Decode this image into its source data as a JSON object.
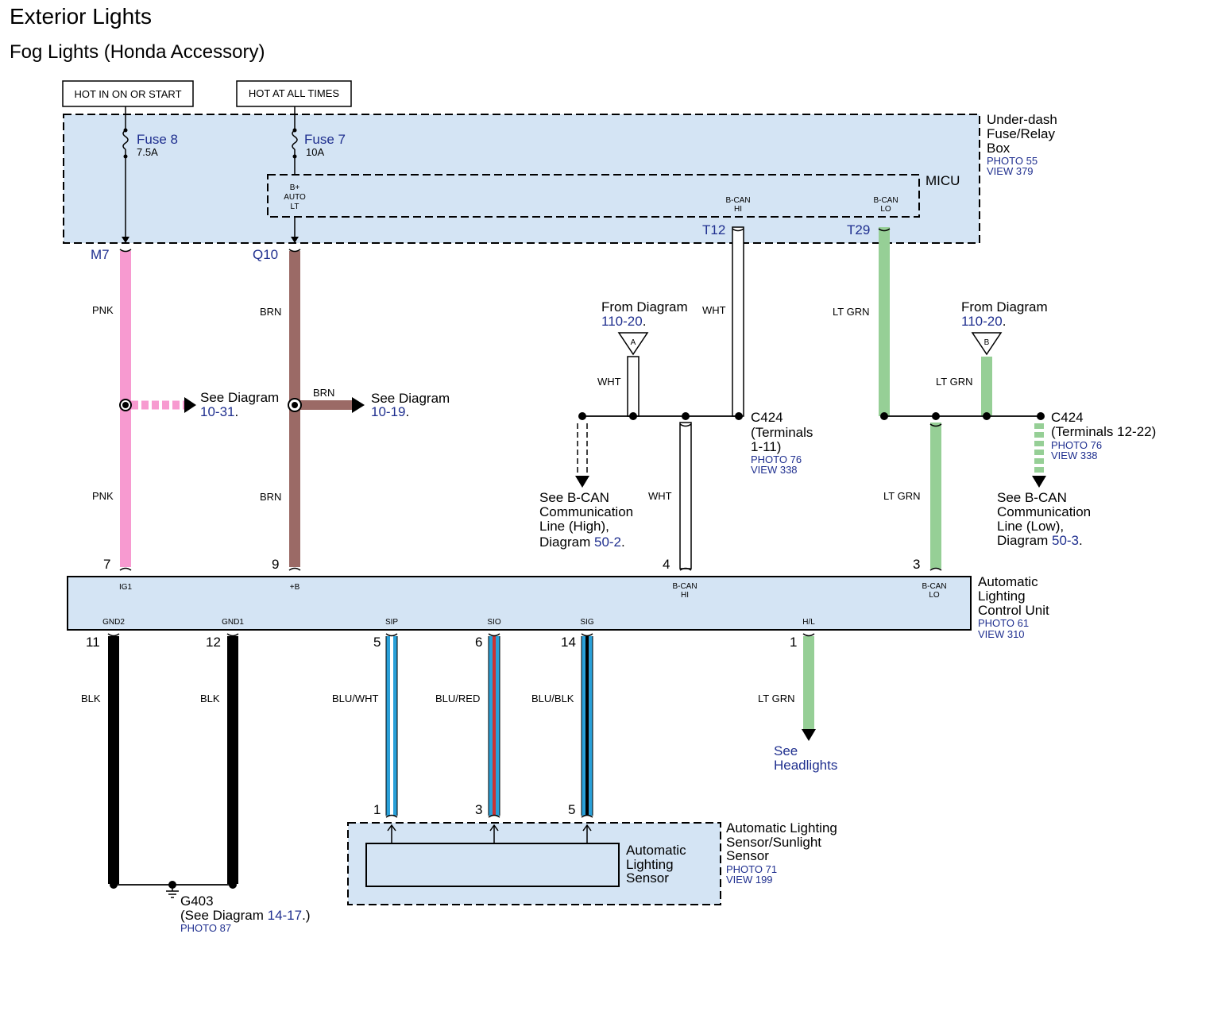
{
  "title": "Exterior Lights",
  "subtitle": "Fog Lights (Honda Accessory)",
  "power": {
    "ign_label": "HOT IN ON OR START",
    "bat_label": "HOT AT ALL TIMES"
  },
  "fuse_box": {
    "name_l1": "Under-dash",
    "name_l2": "Fuse/Relay",
    "name_l3": "Box",
    "photo": "PHOTO 55",
    "view": "VIEW 379",
    "fuse8_name": "Fuse 8",
    "fuse8_rating": "7.5A",
    "fuse7_name": "Fuse 7",
    "fuse7_rating": "10A"
  },
  "micu": {
    "name": "MICU",
    "pin_bplus_l1": "B+",
    "pin_bplus_l2": "AUTO",
    "pin_bplus_l3": "LT",
    "pin_bcanhi_l1": "B-CAN",
    "pin_bcanhi_l2": "HI",
    "pin_bcanlo_l1": "B-CAN",
    "pin_bcanlo_l2": "LO"
  },
  "terminals": {
    "m7": "M7",
    "q10": "Q10",
    "t12": "T12",
    "t29": "T29"
  },
  "wire_colors": {
    "pnk": "PNK",
    "brn": "BRN",
    "wht": "WHT",
    "ltgrn": "LT GRN",
    "blk": "BLK",
    "bluwht": "BLU/WHT",
    "blured": "BLU/RED",
    "blublk": "BLU/BLK"
  },
  "refs": {
    "see_diagram": "See Diagram",
    "d1031": "10-31",
    "d1019": "10-19",
    "from_diagram": "From Diagram",
    "d11020": "110-20",
    "dot": ".",
    "conn_a": "A",
    "conn_b": "B",
    "bcan_hi_l1": "See B-CAN",
    "bcan_hi_l2": "Communication",
    "bcan_hi_l3": "Line (High),",
    "bcan_hi_l4": "Diagram",
    "d502": "50-2",
    "bcan_lo_l1": "See B-CAN",
    "bcan_lo_l2": "Communication",
    "bcan_lo_l3": "Line (Low),",
    "bcan_lo_l4": "Diagram",
    "d503": "50-3",
    "see": "See",
    "headlights": "Headlights"
  },
  "c424_hi": {
    "name": "C424",
    "terms_l1": "(Terminals",
    "terms_l2": "1-11)",
    "photo": "PHOTO 76",
    "view": "VIEW 338"
  },
  "c424_lo": {
    "name": "C424",
    "terms": "(Terminals 12-22)",
    "photo": "PHOTO 76",
    "view": "VIEW 338"
  },
  "alcu": {
    "name_l1": "Automatic",
    "name_l2": "Lighting",
    "name_l3": "Control Unit",
    "photo": "PHOTO 61",
    "view": "VIEW 310",
    "pin_ig1": "IG1",
    "pin_b": "+B",
    "pin_bcanhi_l1": "B-CAN",
    "pin_bcanhi_l2": "HI",
    "pin_bcanlo_l1": "B-CAN",
    "pin_bcanlo_l2": "LO",
    "pin_gnd2": "GND2",
    "pin_gnd1": "GND1",
    "pin_sip": "SIP",
    "pin_sio": "SIO",
    "pin_sig": "SIG",
    "pin_hl": "H/L",
    "n7": "7",
    "n9": "9",
    "n4": "4",
    "n3": "3",
    "n11": "11",
    "n12": "12",
    "n5": "5",
    "n6": "6",
    "n14": "14",
    "n1": "1"
  },
  "sensor": {
    "outer_l1": "Automatic Lighting",
    "outer_l2": "Sensor/Sunlight",
    "outer_l3": "Sensor",
    "photo": "PHOTO 71",
    "view": "VIEW 199",
    "inner_l1": "Automatic",
    "inner_l2": "Lighting",
    "inner_l3": "Sensor",
    "p1": "1",
    "p3": "3",
    "p5": "5"
  },
  "ground": {
    "name": "G403",
    "see": "(See Diagram",
    "ref": "14-17",
    "close": ".)",
    "photo": "PHOTO 87"
  },
  "colors": {
    "box_fill": "#d4e4f4",
    "pink": "#f79ad0",
    "brown": "#9b6a66",
    "light_green": "#96cf96",
    "blue": "#2aa0d8",
    "red": "#cc3333",
    "link_blue": "#1f2f8f"
  }
}
